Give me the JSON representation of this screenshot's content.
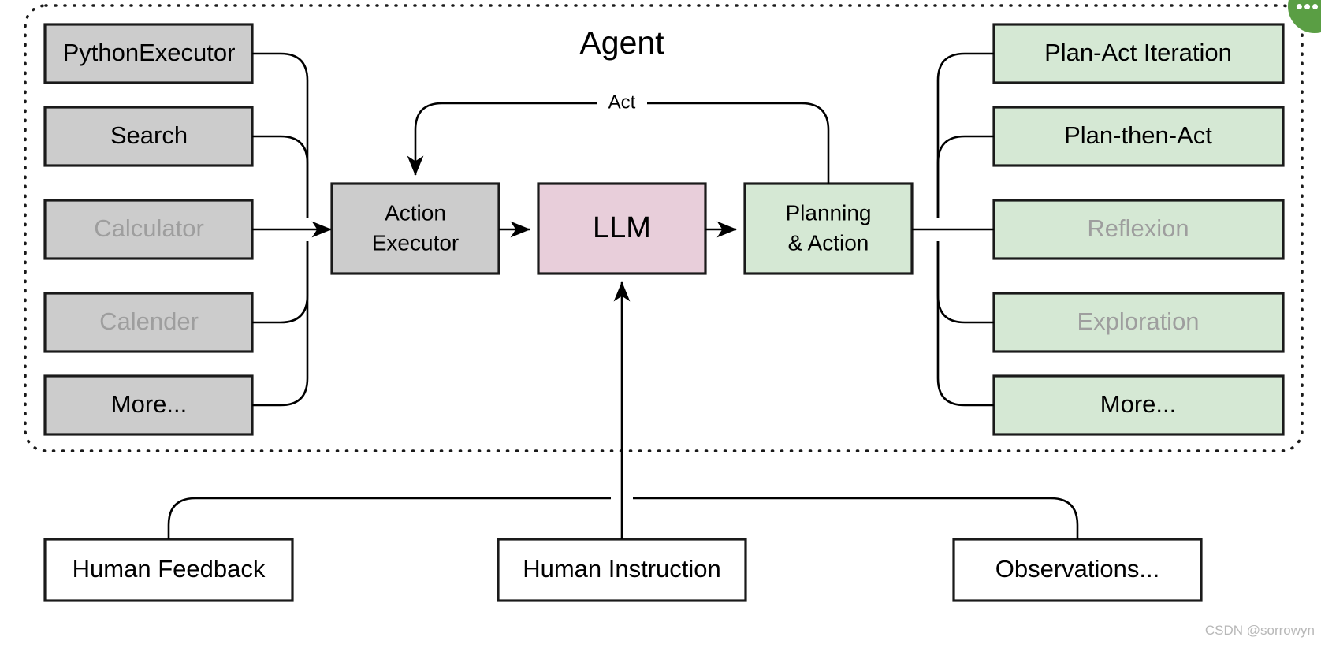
{
  "diagram": {
    "title": "Agent",
    "watermark": "CSDN @sorrowyn",
    "badge": {
      "label": "•••",
      "color": "#5a9e44"
    },
    "colors": {
      "tool_box": "#cccccc",
      "strategy_box": "#d5e8d4",
      "llm_box": "#e8ceda",
      "io_box": "#ffffff",
      "stroke": "#1a1a1a",
      "dim_text": "#9e9e9e"
    },
    "edge_labels": {
      "act": "Act"
    },
    "tools": [
      {
        "label": "PythonExecutor",
        "dimmed": false
      },
      {
        "label": "Search",
        "dimmed": false
      },
      {
        "label": "Calculator",
        "dimmed": true
      },
      {
        "label": "Calender",
        "dimmed": true
      },
      {
        "label": "More...",
        "dimmed": false
      }
    ],
    "pipeline": [
      {
        "label": "Action Executor",
        "lines": [
          "Action",
          "Executor"
        ],
        "kind": "tool_box"
      },
      {
        "label": "LLM",
        "lines": [
          "LLM"
        ],
        "kind": "llm_box"
      },
      {
        "label": "Planning & Action",
        "lines": [
          "Planning",
          "& Action"
        ],
        "kind": "strategy_box"
      }
    ],
    "strategies": [
      {
        "label": "Plan-Act Iteration",
        "dimmed": false
      },
      {
        "label": "Plan-then-Act",
        "dimmed": false
      },
      {
        "label": "Reflexion",
        "dimmed": true
      },
      {
        "label": "Exploration",
        "dimmed": true
      },
      {
        "label": "More...",
        "dimmed": false
      }
    ],
    "inputs": [
      {
        "label": "Human Feedback"
      },
      {
        "label": "Human Instruction"
      },
      {
        "label": "Observations..."
      }
    ]
  }
}
